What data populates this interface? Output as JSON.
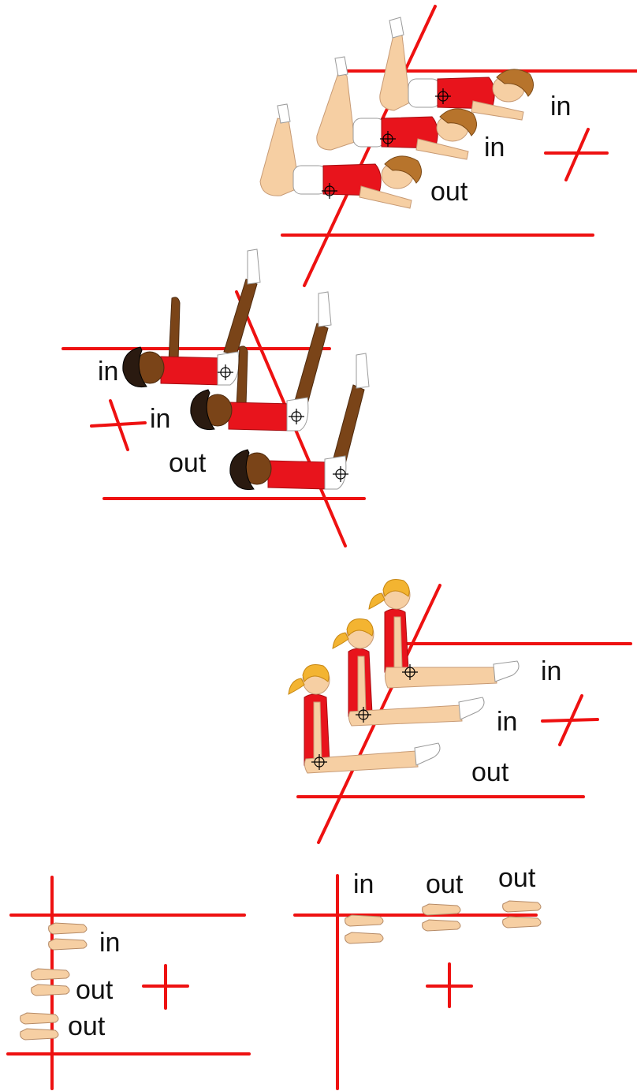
{
  "panels": {
    "panel1": {
      "labels": [
        "in",
        "in",
        "out"
      ]
    },
    "panel2": {
      "labels": [
        "in",
        "in",
        "out"
      ]
    },
    "panel3": {
      "labels": [
        "in",
        "in",
        "out"
      ]
    },
    "panel4": {
      "labels": [
        "in",
        "out",
        "out"
      ]
    },
    "panel5": {
      "labels": [
        "in",
        "out",
        "out"
      ]
    }
  },
  "colors": {
    "line": "#ee1111",
    "shirt": "#e8141c"
  }
}
